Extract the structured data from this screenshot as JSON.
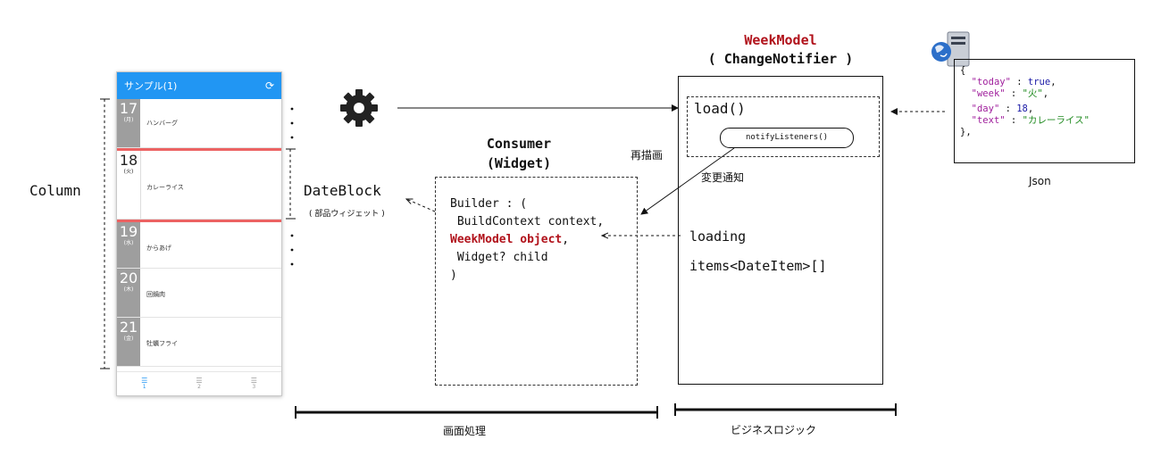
{
  "phone": {
    "app_title": "サンプル(1)",
    "refresh_icon": "refresh-icon",
    "days": [
      {
        "num": "17",
        "week": "(月)",
        "text": "ハンバーグ"
      },
      {
        "num": "18",
        "week": "(火)",
        "text": "カレーライス"
      },
      {
        "num": "19",
        "week": "(水)",
        "text": "からあげ"
      },
      {
        "num": "20",
        "week": "(木)",
        "text": "回鍋肉"
      },
      {
        "num": "21",
        "week": "(金)",
        "text": "牡蠣フライ"
      }
    ],
    "nav": [
      {
        "label": "1"
      },
      {
        "label": "2"
      },
      {
        "label": "3"
      }
    ]
  },
  "labels": {
    "column": "Column",
    "dateblock": "DateBlock",
    "dateblock_sub": "( 部品ウィジェット )",
    "consumer": "Consumer",
    "widget": "(Widget)",
    "redraw": "再描画",
    "change_notice": "変更通知",
    "json": "Json",
    "screen_processing": "画面処理",
    "business_logic": "ビジネスロジック",
    "ellipsis": "·"
  },
  "consumer_code": {
    "line1": "Builder : (",
    "line2": " BuildContext context,",
    "line3": "WeekModel object",
    "line3_suffix": ",",
    "line4": " Widget? child",
    "line5": ")"
  },
  "model": {
    "title": "WeekModel",
    "subtitle": "( ChangeNotifier )",
    "load": "load()",
    "notify": "notifyListeners()",
    "loading": "loading",
    "items": "items<DateItem>[]"
  },
  "json_text": {
    "open": "{",
    "today_key": "\"today\"",
    "today_val": "true",
    "week_key": "\"week\"",
    "week_val": "\"火\"",
    "day_key": "\"day\"",
    "day_val": "18",
    "text_key": "\"text\"",
    "text_val": "\"カレーライス\"",
    "close": "},"
  },
  "colors": {
    "app_bar": "#2196f3",
    "highlight_red": "#ec6262",
    "model_red": "#b1121b",
    "json_key": "#a0209d",
    "json_string": "#1f8a1f",
    "json_keyword": "#1a1aa6"
  }
}
